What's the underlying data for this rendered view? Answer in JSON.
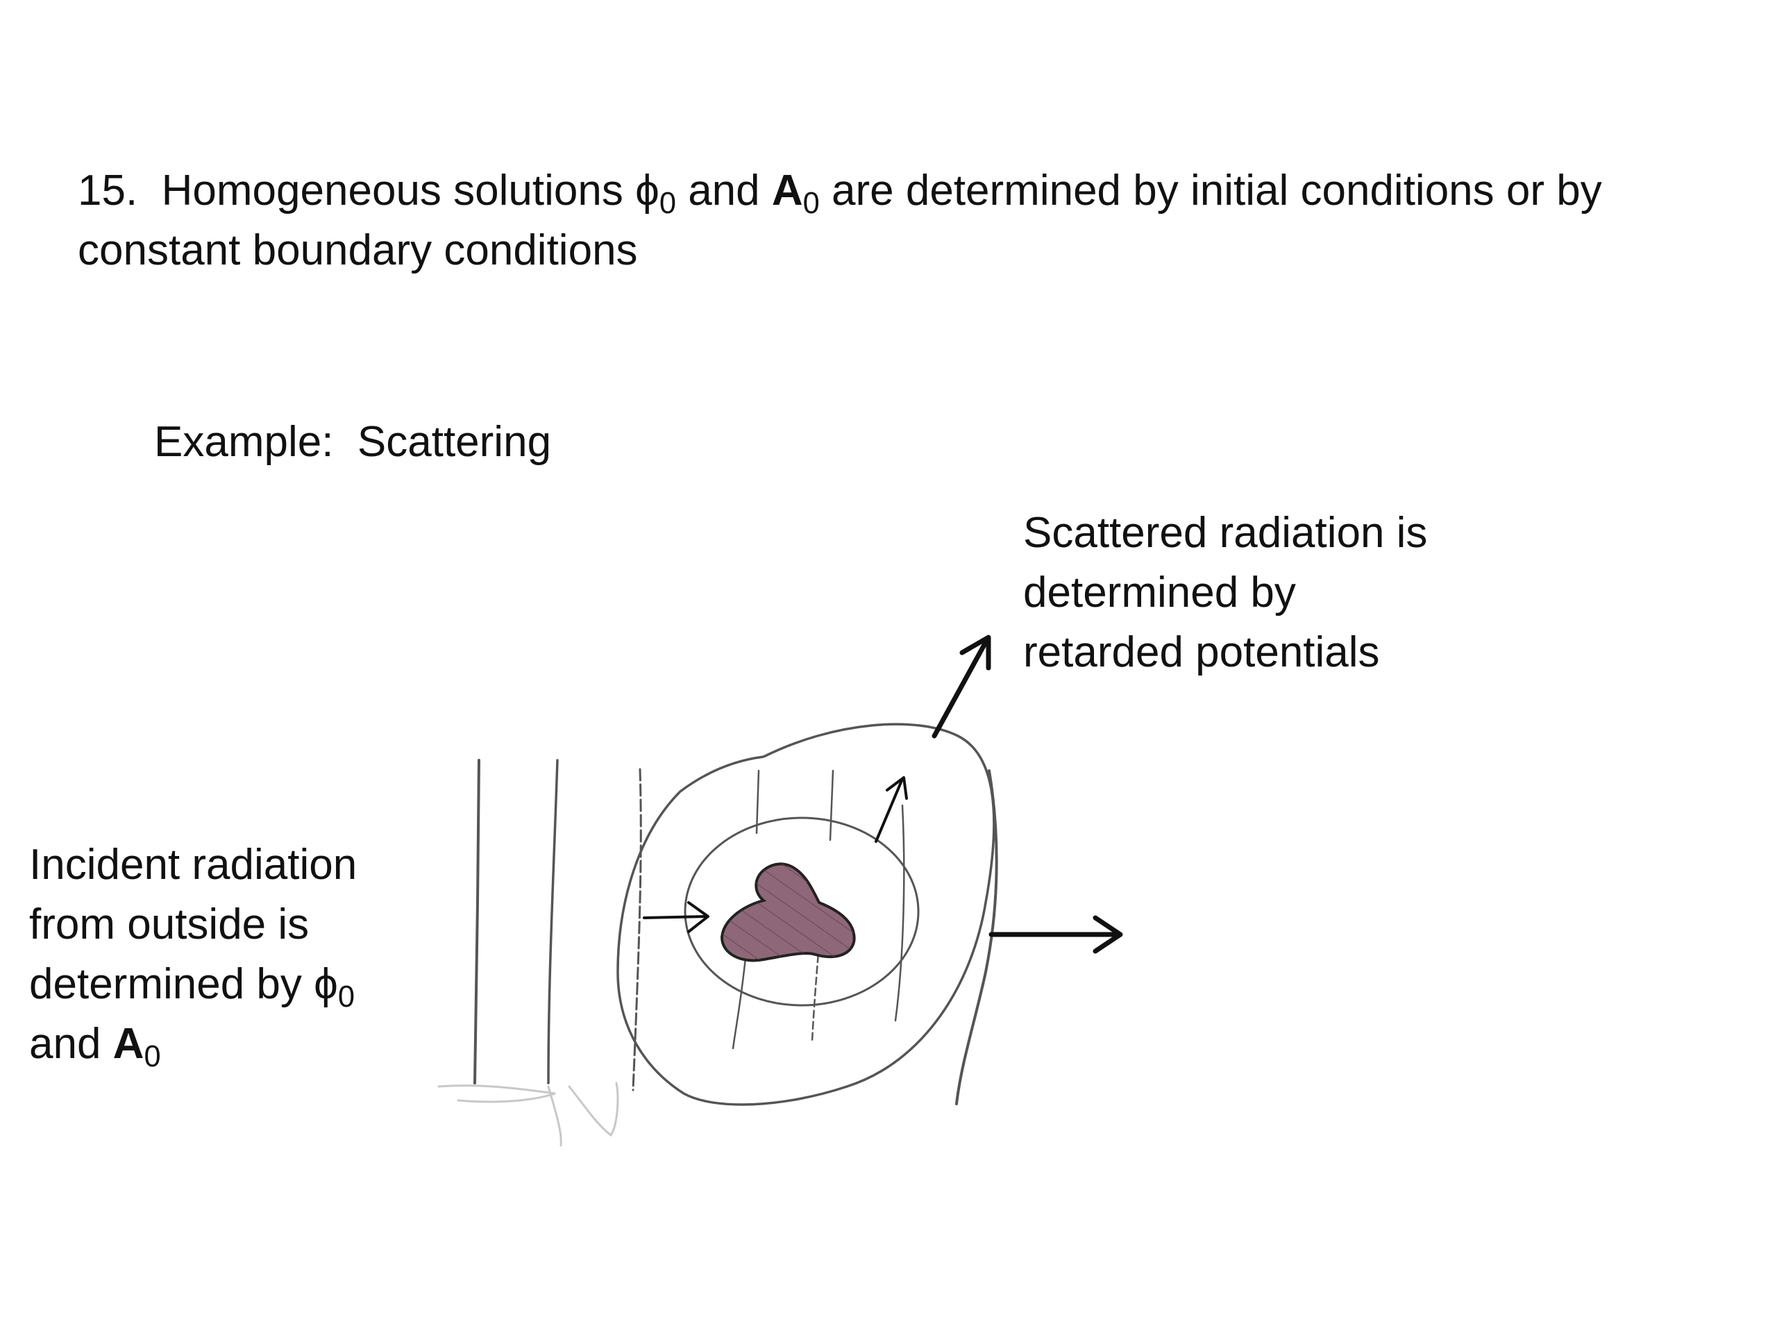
{
  "heading": {
    "number": "15.",
    "text_before_phi": "Homogeneous solutions ",
    "phi_symbol": "ϕ",
    "phi_subscript": "0",
    "text_and": " and ",
    "a_symbol": "A",
    "a_subscript": "0",
    "text_after": " are determined by initial conditions or by",
    "line2": "constant boundary conditions"
  },
  "example_label": "Example:  Scattering",
  "scattered_caption": {
    "line1": "Scattered radiation is",
    "line2": "determined by",
    "line3": "retarded potentials"
  },
  "incident_caption": {
    "line1": "Incident radiation",
    "line2": "from outside is",
    "line3_text": "determined by ",
    "line3_phi": "ϕ",
    "line3_phi_sub": "0",
    "line4_text": "and ",
    "line4_a": "A",
    "line4_a_sub": "0"
  },
  "colors": {
    "text": "#111111",
    "pencil": "#555555",
    "arrow": "#111111",
    "scatterer_fill": "#8e6878",
    "scatterer_hatch": "#5e3f4d"
  }
}
